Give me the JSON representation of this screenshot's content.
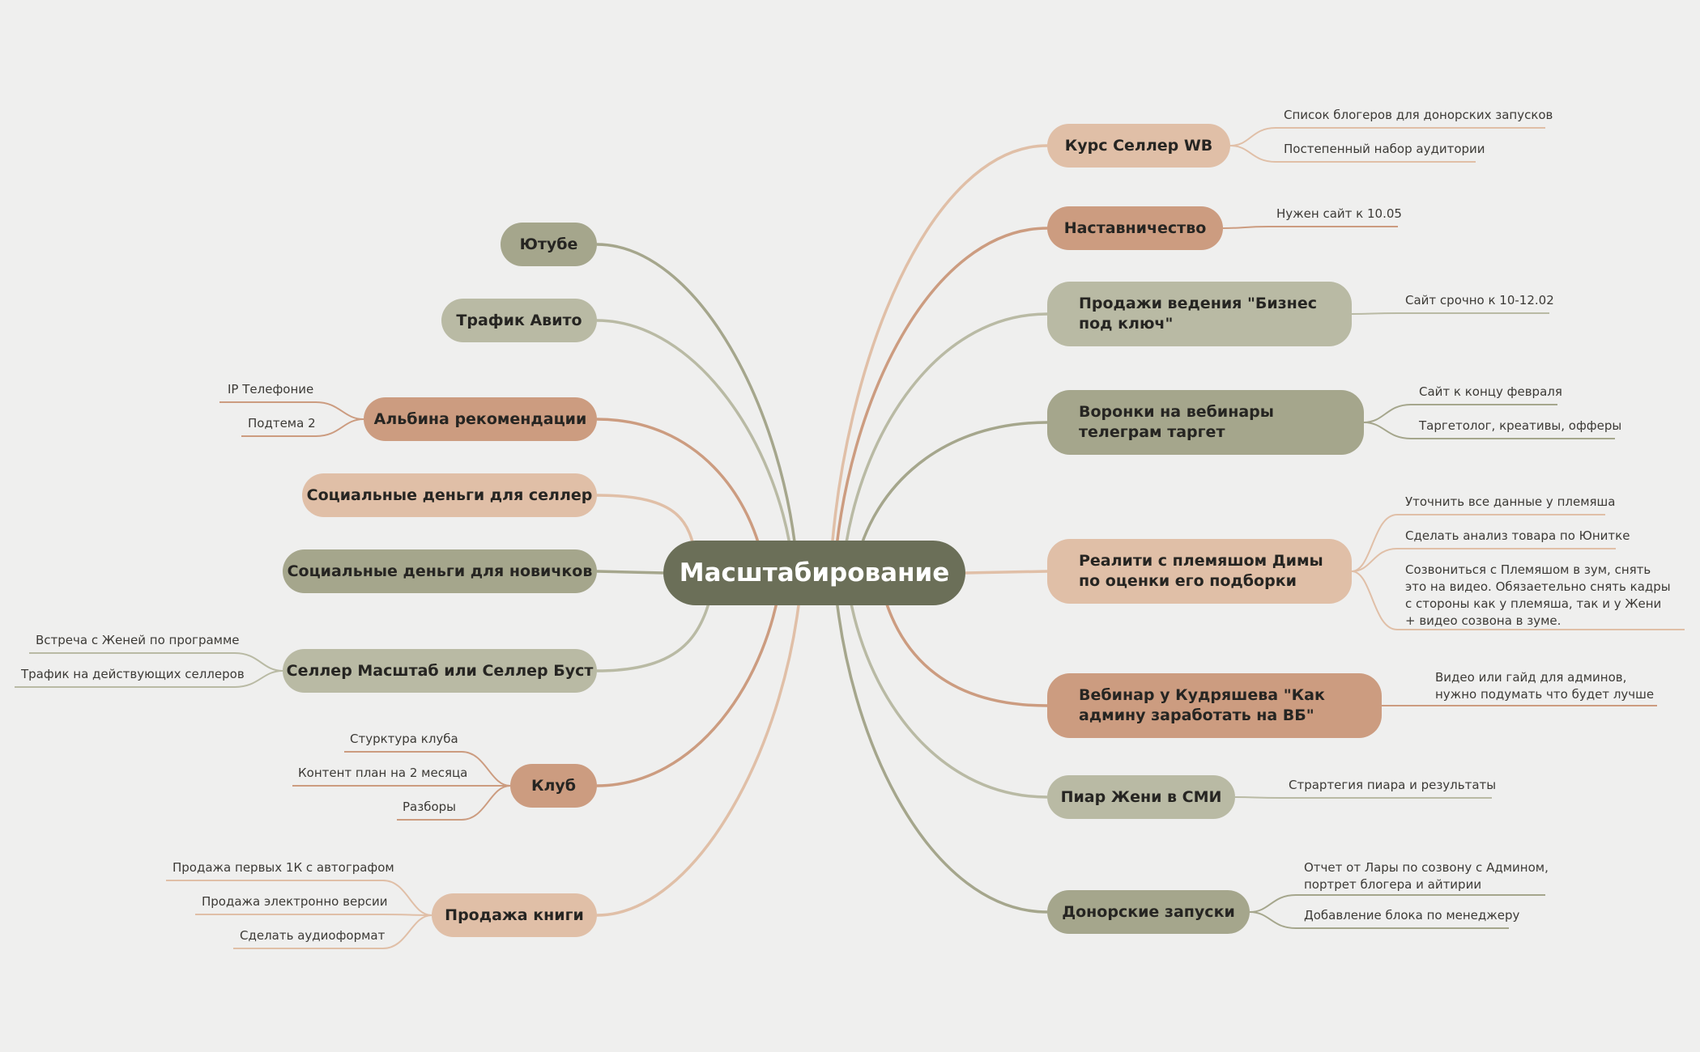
{
  "center": {
    "label": "Масштабирование"
  },
  "colors": {
    "peach": "#e0bfa7",
    "terracotta": "#cc9c80",
    "olive": "#a5a68c",
    "sage": "#b9baa4",
    "center": "#6b6f58",
    "background": "#efefee"
  },
  "right_topics": [
    {
      "label": "Курс Селлер WB",
      "color": "peach",
      "subtopics": [
        "Список блогеров для донорских запусков",
        "Постепенный набор аудитории"
      ]
    },
    {
      "label": "Наставничество",
      "color": "terracotta",
      "subtopics": [
        "Нужен сайт к 10.05"
      ]
    },
    {
      "label": "Продажи ведения \"Бизнес под ключ\"",
      "color": "sage",
      "subtopics": [
        "Сайт срочно к 10-12.02"
      ]
    },
    {
      "label": "Воронки на вебинары телеграм таргет",
      "color": "olive",
      "subtopics": [
        "Сайт к концу февраля",
        "Таргетолог, креативы, офферы"
      ]
    },
    {
      "label": "Реалити с племяшом Димы по оценки его подборки",
      "color": "peach",
      "subtopics": [
        "Уточнить все данные у племяша",
        "Сделать анализ товара по Юнитке",
        "Созвониться с Племяшом в зум, снять это на видео. Обязаетельно снять кадры с стороны как у племяша, так и у Жени + видео созвона в зуме."
      ]
    },
    {
      "label": "Вебинар у Кудряшева \"Как админу заработать на ВБ\"",
      "color": "terracotta",
      "subtopics": [
        "Видео или гайд для админов, нужно подумать что будет лучше"
      ]
    },
    {
      "label": "Пиар Жени в СМИ",
      "color": "sage",
      "subtopics": [
        "Страртегия пиара и результаты"
      ]
    },
    {
      "label": "Донорские запуски",
      "color": "olive",
      "subtopics": [
        "Отчет от Лары по созвону с Админом, портрет блогера и айтирии",
        "Добавление блока по менеджеру"
      ]
    }
  ],
  "left_topics": [
    {
      "label": "Ютубе",
      "color": "olive",
      "subtopics": []
    },
    {
      "label": "Трафик Авито",
      "color": "sage",
      "subtopics": []
    },
    {
      "label": "Альбина рекомендации",
      "color": "terracotta",
      "subtopics": [
        "IP Телефоние",
        "Подтема 2"
      ]
    },
    {
      "label": "Социальные деньги для селлер",
      "color": "peach",
      "subtopics": []
    },
    {
      "label": "Социальные деньги для новичков",
      "color": "olive",
      "subtopics": []
    },
    {
      "label": "Селлер Масштаб или Селлер Буст",
      "color": "sage",
      "subtopics": [
        "Встреча с Женей по программе",
        "Трафик на действующих селлеров"
      ]
    },
    {
      "label": "Клуб",
      "color": "terracotta",
      "subtopics": [
        "Стурктура клуба",
        "Контент план на 2 месяца",
        "Разборы"
      ]
    },
    {
      "label": "Продажа книги",
      "color": "peach",
      "subtopics": [
        "Продажа первых 1К с автографом",
        "Продажа электронно версии",
        "Сделать аудиоформат"
      ]
    }
  ]
}
